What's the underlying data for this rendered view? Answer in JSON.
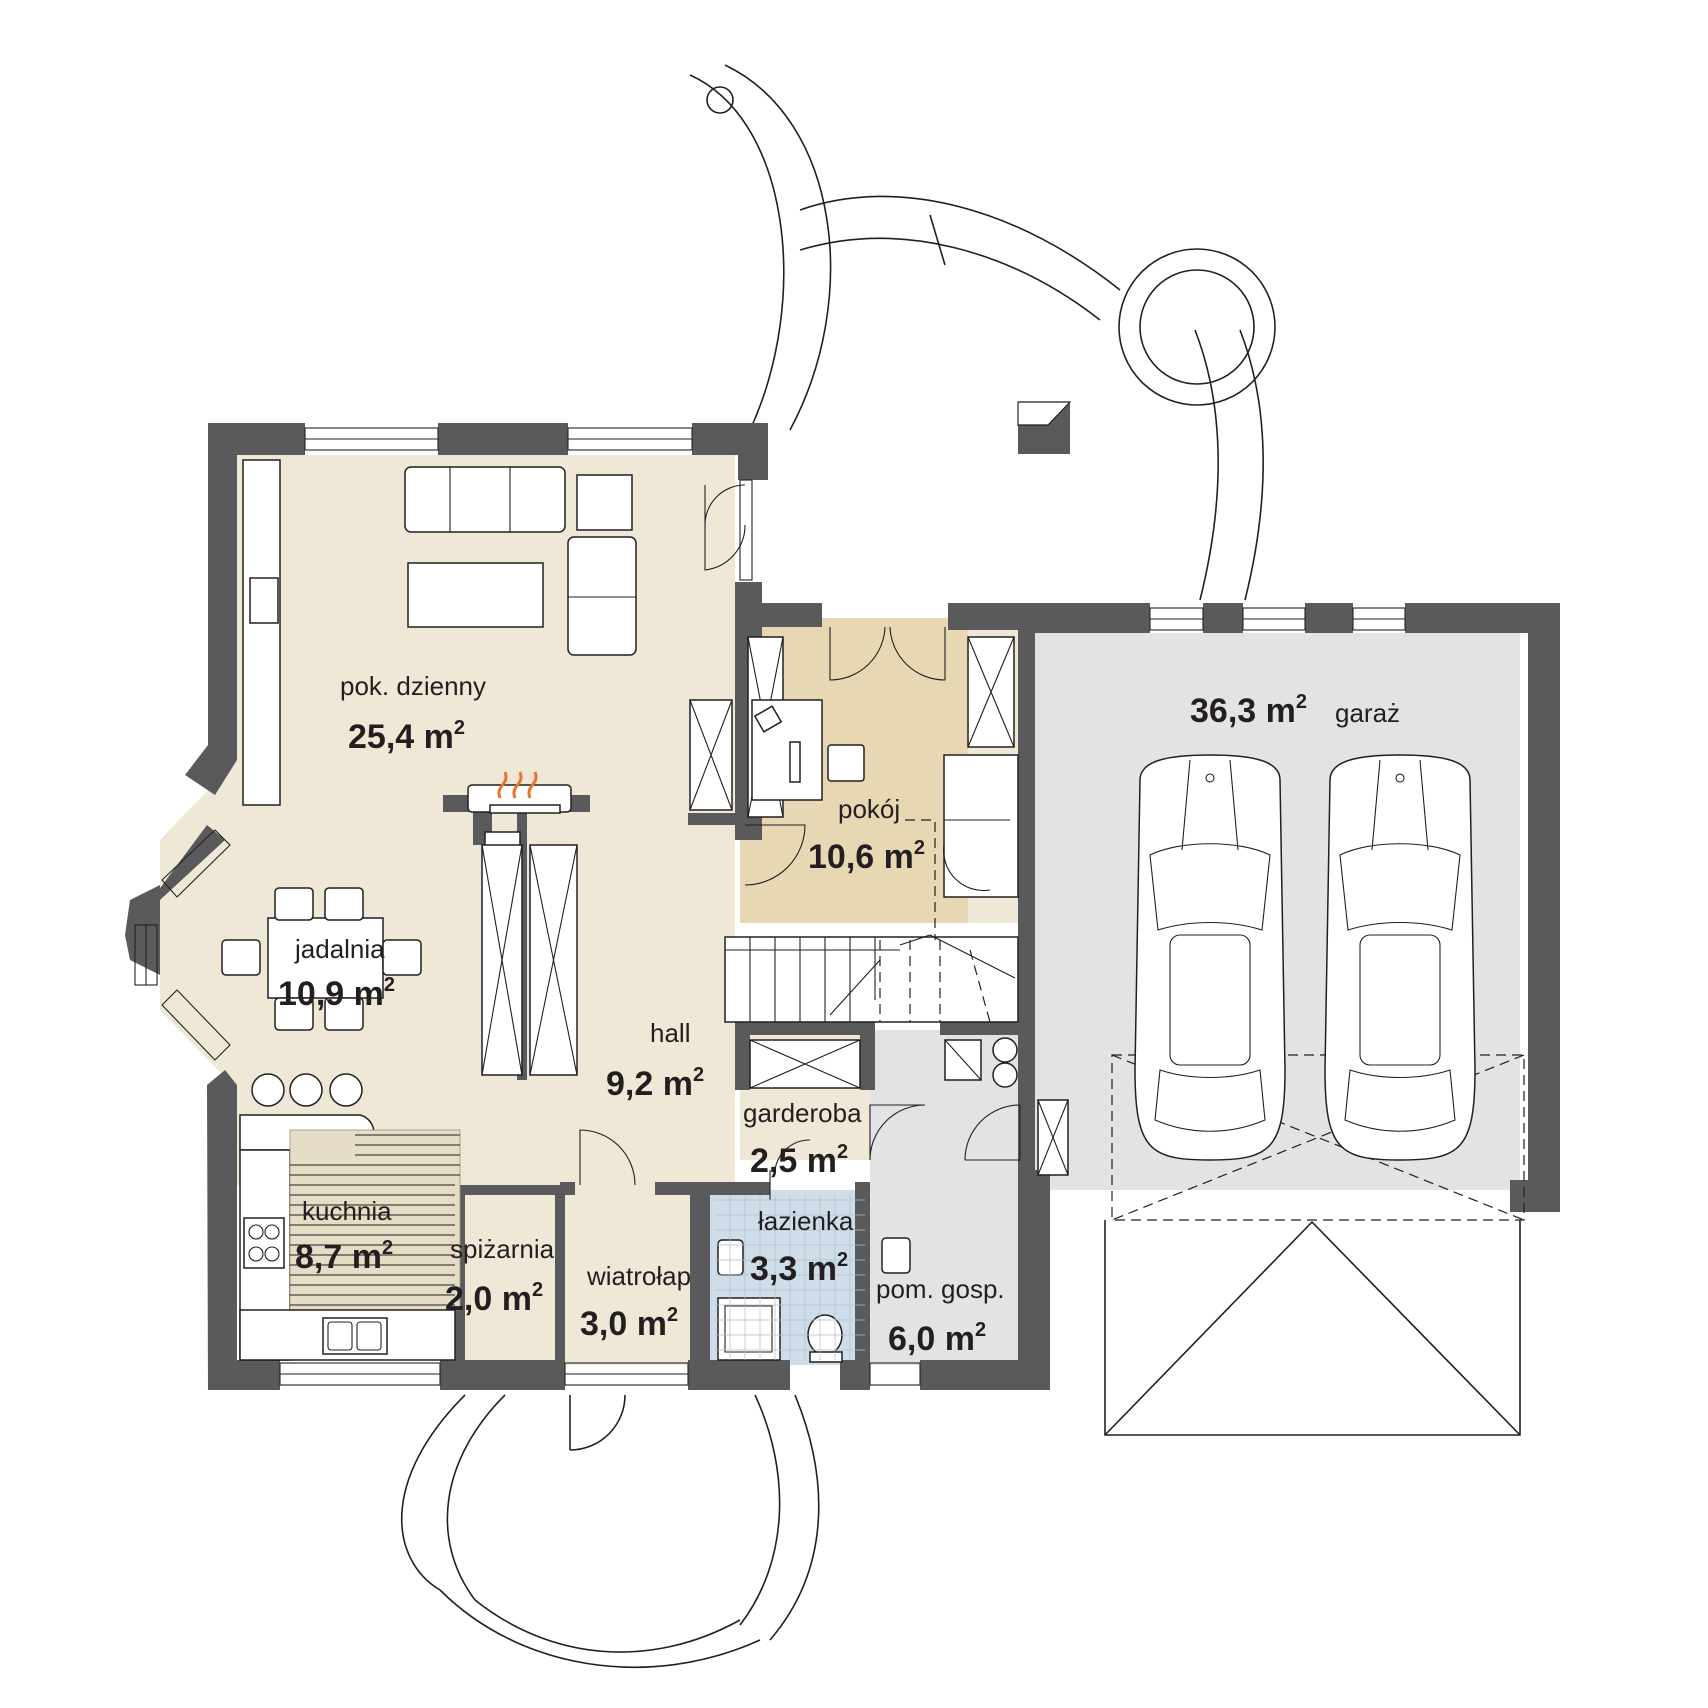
{
  "rooms": [
    {
      "id": "pok-dzienny",
      "name": "pok. dzienny",
      "area": "25,4 m",
      "color": "#efe8d6"
    },
    {
      "id": "jadalnia",
      "name": "jadalnia",
      "area": "10,9 m",
      "color": "#efe8d6"
    },
    {
      "id": "hall",
      "name": "hall",
      "area": "9,2 m",
      "color": "#efe8d6"
    },
    {
      "id": "kuchnia",
      "name": "kuchnia",
      "area": "8,7 m",
      "color": "#efe8d6"
    },
    {
      "id": "spizarnia",
      "name": "spiżarnia",
      "area": "2,0 m",
      "color": "#efe8d6"
    },
    {
      "id": "wiatrolap",
      "name": "wiatrołap",
      "area": "3,0 m",
      "color": "#efe8d6"
    },
    {
      "id": "lazienka",
      "name": "łazienka",
      "area": "3,3 m",
      "color": "#cfdde9"
    },
    {
      "id": "garderoba",
      "name": "garderoba",
      "area": "2,5 m",
      "color": "#efe8d6"
    },
    {
      "id": "pokoj",
      "name": "pokój",
      "area": "10,6 m",
      "color": "#e7d8b3"
    },
    {
      "id": "pom-gosp",
      "name": "pom. gosp.",
      "area": "6,0 m",
      "color": "#e3e3e4"
    },
    {
      "id": "garaz",
      "name": "garaż",
      "area": "36,3 m",
      "color": "#e3e3e4"
    }
  ],
  "unit_superscript": "2",
  "colors": {
    "wall": "#5a5a5c",
    "living": "#efe8d6",
    "study": "#e7d8b3",
    "bathroom": "#cfdde9",
    "utility": "#e3e3e4",
    "fire": "#e8742a"
  }
}
